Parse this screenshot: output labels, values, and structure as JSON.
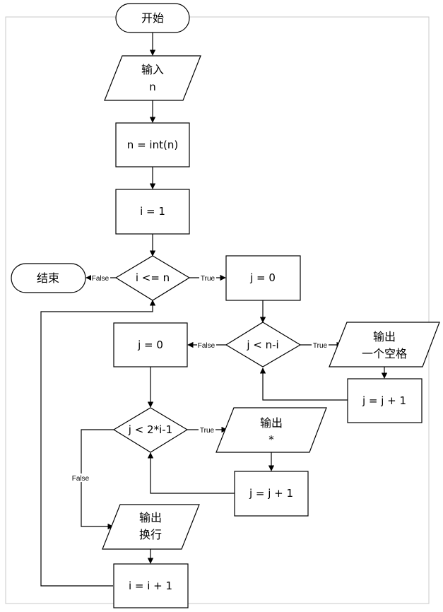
{
  "nodes": {
    "start": "开始",
    "input_n": [
      "输入",
      "n"
    ],
    "convert": "n = int(n)",
    "init_i": "i = 1",
    "cond_i": "i <= n",
    "end": "结束",
    "init_j_space": "j = 0",
    "cond_space": "j < n-i",
    "output_space": [
      "输出",
      "一个空格"
    ],
    "inc_j_space": "j = j + 1",
    "init_j_star": "j = 0",
    "cond_star": "j < 2*i-1",
    "output_star": [
      "输出",
      "*"
    ],
    "inc_j_star": "j = j + 1",
    "output_newline": [
      "输出",
      "换行"
    ],
    "inc_i": "i = i + 1"
  },
  "edge_labels": {
    "cond_i_false": "False",
    "cond_i_true": "True",
    "cond_space_false": "False",
    "cond_space_true": "True",
    "cond_star_true": "True",
    "cond_star_false": "False"
  }
}
